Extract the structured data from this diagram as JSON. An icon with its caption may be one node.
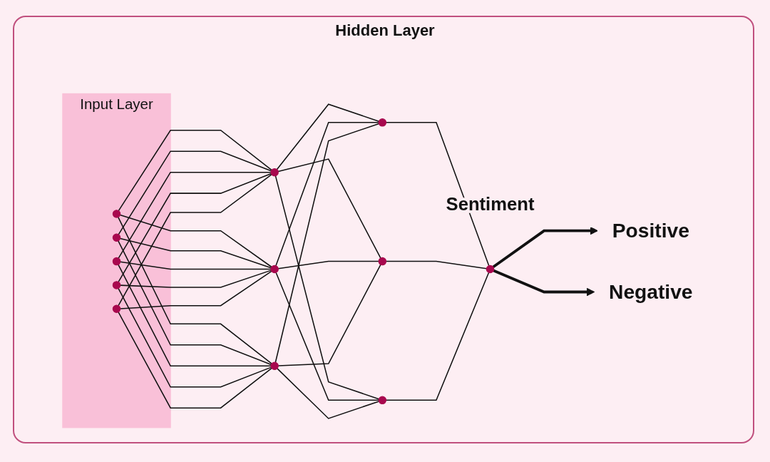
{
  "diagram": {
    "nodes": [
      {
        "text": [
          "Input Layer"
        ]
      },
      {
        "text": [],
        "shape": "circle",
        "in": 0
      },
      {
        "text": [],
        "shape": "circle",
        "in": 0
      },
      {
        "text": [],
        "shape": "circle",
        "in": 0
      },
      {
        "text": [],
        "shape": "circle",
        "in": 0
      },
      {
        "text": [],
        "shape": "circle",
        "in": 0
      },
      {
        "text": [],
        "shape": "circle"
      },
      {
        "text": [],
        "shape": "circle"
      },
      {
        "text": [],
        "shape": "circle"
      },
      {
        "text": [],
        "shape": "circle"
      },
      {
        "text": [],
        "shape": "circle"
      },
      {
        "text": [],
        "shape": "circle"
      },
      {
        "text": [],
        "shape": "circle",
        "beside": [
          "Sentiment"
        ]
      },
      {
        "text": [
          "Positive"
        ]
      },
      {
        "text": [
          "Negative"
        ]
      }
    ],
    "edges": [
      {
        "from": 1,
        "to": 6,
        "arrow": "none"
      },
      {
        "from": 1,
        "to": 7,
        "arrow": "none"
      },
      {
        "from": 1,
        "to": 8,
        "arrow": "none"
      },
      {
        "from": 2,
        "to": 6,
        "arrow": "none"
      },
      {
        "from": 2,
        "to": 7,
        "arrow": "none"
      },
      {
        "from": 2,
        "to": 8,
        "arrow": "none"
      },
      {
        "from": 3,
        "to": 6,
        "arrow": "none"
      },
      {
        "from": 3,
        "to": 7,
        "arrow": "none"
      },
      {
        "from": 3,
        "to": 8,
        "arrow": "none"
      },
      {
        "from": 4,
        "to": 6,
        "arrow": "none"
      },
      {
        "from": 4,
        "to": 7,
        "arrow": "none"
      },
      {
        "from": 4,
        "to": 8,
        "arrow": "none"
      },
      {
        "from": 5,
        "to": 6,
        "arrow": "none"
      },
      {
        "from": 5,
        "to": 7,
        "arrow": "none"
      },
      {
        "from": 5,
        "to": 8,
        "arrow": "none"
      },
      {
        "from": 6,
        "to": 9,
        "arrow": "none"
      },
      {
        "from": 6,
        "to": 10,
        "arrow": "none"
      },
      {
        "from": 6,
        "to": 11,
        "arrow": "none"
      },
      {
        "from": 7,
        "to": 9,
        "arrow": "none"
      },
      {
        "from": 7,
        "to": 10,
        "arrow": "none"
      },
      {
        "from": 7,
        "to": 11,
        "arrow": "none"
      },
      {
        "from": 8,
        "to": 9,
        "arrow": "none"
      },
      {
        "from": 8,
        "to": 10,
        "arrow": "none"
      },
      {
        "from": 8,
        "to": 11,
        "arrow": "none"
      },
      {
        "from": 9,
        "to": 12,
        "arrow": "none"
      },
      {
        "from": 10,
        "to": 12,
        "arrow": "none"
      },
      {
        "from": 11,
        "to": 12,
        "arrow": "none"
      },
      {
        "from": 12,
        "to": 13,
        "arrow": "to",
        "style": "thick"
      },
      {
        "from": 12,
        "to": 14,
        "arrow": "to",
        "style": "thick"
      }
    ],
    "labels": [
      "Hidden Layer"
    ]
  }
}
